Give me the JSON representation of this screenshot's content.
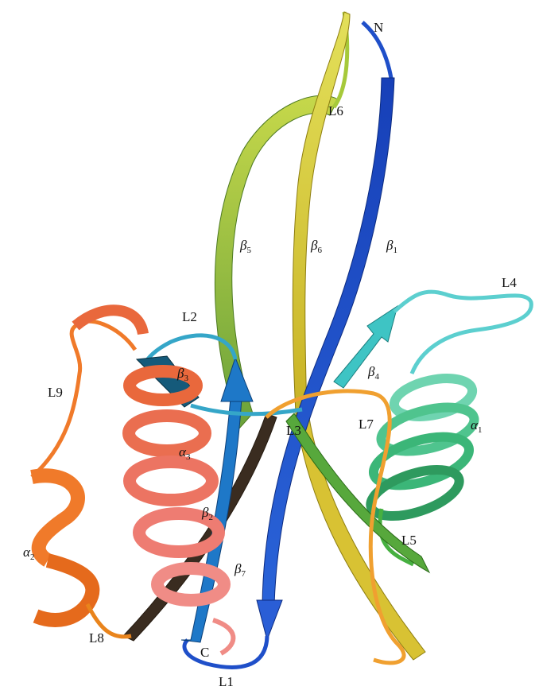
{
  "labels": {
    "N": "N",
    "C": "C",
    "L1": "L1",
    "L2": "L2",
    "L3": "L3",
    "L4": "L4",
    "L5": "L5",
    "L6": "L6",
    "L7": "L7",
    "L8": "L8",
    "L9": "L9",
    "beta_symbol": "β",
    "alpha_symbol": "α",
    "b1": "1",
    "b2": "2",
    "b3": "3",
    "b4": "4",
    "b5": "5",
    "b6": "6",
    "b7": "7",
    "a1": "1",
    "a2": "2",
    "a3": "3"
  },
  "colors": {
    "beta1": "#1f4fc9",
    "beta2": "#1e78c8",
    "beta3": "#155a7a",
    "beta4": "#3ec4c4",
    "beta5": "#8cc63f",
    "beta6": "#d7d23a",
    "beta7": "#4a3a2a",
    "alpha1": "#3cb878",
    "alpha2": "#f07a2a",
    "alpha3": "#e8605a",
    "loop_orange": "#f0a030",
    "loop_cyan": "#35a6c8",
    "loop_blue": "#1f4fc9",
    "loop_green": "#46b040"
  }
}
